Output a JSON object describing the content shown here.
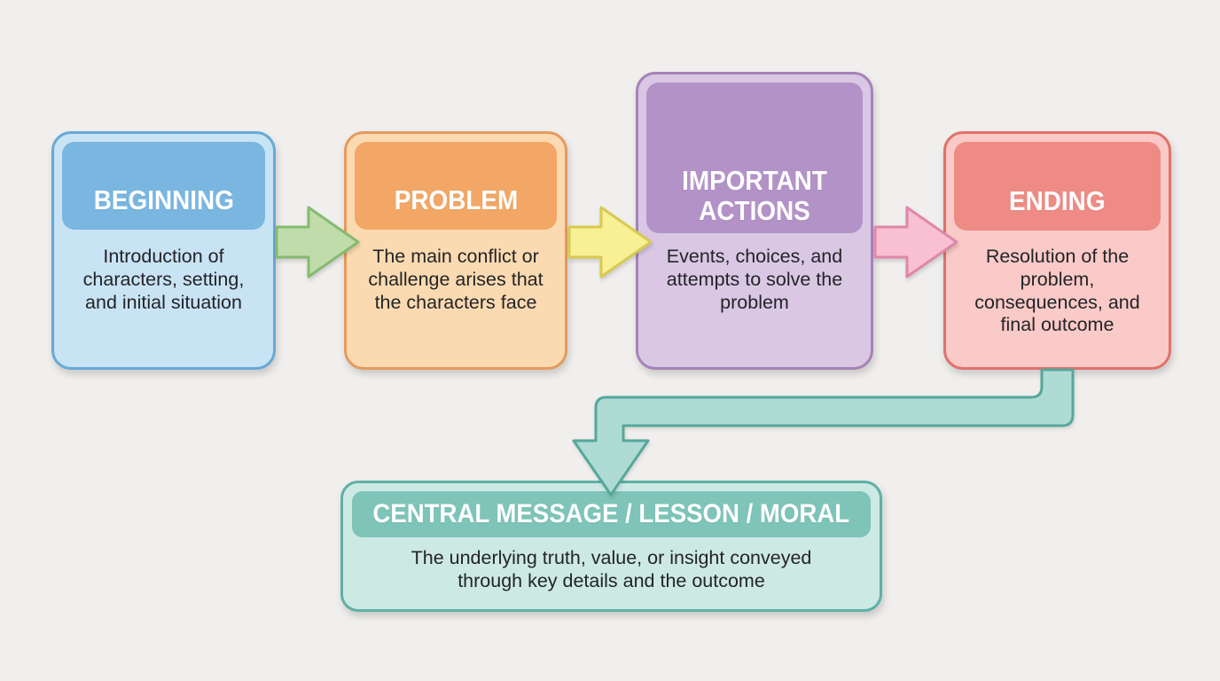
{
  "diagram": {
    "name": "story-structure-flowchart",
    "background": "#f0efed",
    "text_color": "#232427",
    "boxes": [
      {
        "title": "BEGINNING",
        "lines": [
          "Introduction of",
          "characters, setting,",
          "and initial situation"
        ],
        "colors": {
          "border": "#66a9d8",
          "header": "#79b6e0",
          "body": "#c8e3f4"
        }
      },
      {
        "title": "PROBLEM",
        "lines": [
          "The main conflict or",
          "challenge arises that",
          "the characters face"
        ],
        "colors": {
          "border": "#e59a5d",
          "header": "#f2a766",
          "body": "#fbdab1"
        }
      },
      {
        "title": "IMPORTANT ACTIONS",
        "lines": [
          "Events, choices, and",
          "attempts to solve the",
          "problem"
        ],
        "colors": {
          "border": "#a583b8",
          "header": "#b393c7",
          "body": "#d9c7e4"
        }
      },
      {
        "title": "ENDING",
        "lines": [
          "Resolution of the",
          "problem,",
          "consequences, and",
          "final outcome"
        ],
        "colors": {
          "border": "#e2706b",
          "header": "#ee8b85",
          "body": "#f9cac7"
        }
      }
    ],
    "central": {
      "title": "CENTRAL MESSAGE / LESSON / MORAL",
      "lines": [
        "The underlying truth, value, or insight conveyed",
        "through key details and the outcome"
      ],
      "colors": {
        "border": "#5db1a5",
        "header": "#7ec4b8",
        "body": "#cde9e4"
      }
    },
    "arrows": [
      {
        "name": "arrow-beginning-to-problem",
        "colors": {
          "fill": "#c0dcab",
          "stroke": "#86bb6f"
        }
      },
      {
        "name": "arrow-problem-to-actions",
        "colors": {
          "fill": "#f8f095",
          "stroke": "#d9c94f"
        }
      },
      {
        "name": "arrow-actions-to-ending",
        "colors": {
          "fill": "#f8c0d2",
          "stroke": "#df87ab"
        }
      },
      {
        "name": "connector-ending-to-central",
        "colors": {
          "fill": "#aedbd3",
          "stroke": "#56a79c"
        }
      }
    ]
  }
}
